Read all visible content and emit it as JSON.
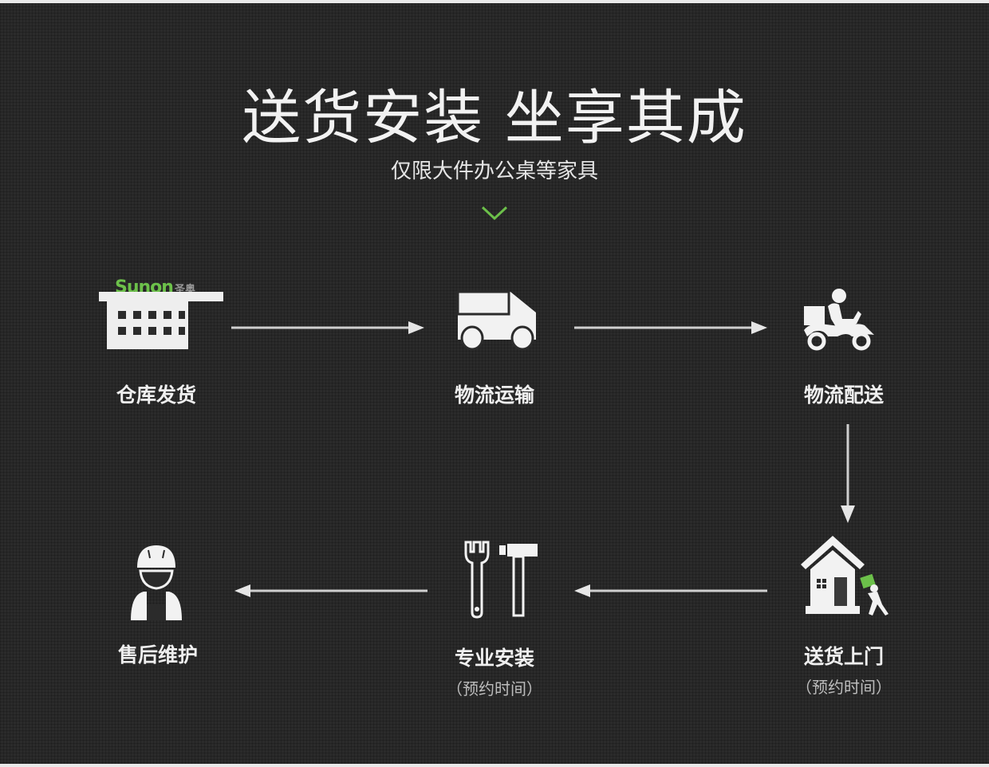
{
  "header": {
    "title": "送货安装  坐享其成",
    "subtitle": "仅限大件办公桌等家具"
  },
  "brand": {
    "logo_text": "Sunon",
    "logo_cn": "圣奥",
    "accent_color": "#6cc04a"
  },
  "steps": [
    {
      "label": "仓库发货",
      "note": "",
      "icon": "warehouse-icon"
    },
    {
      "label": "物流运输",
      "note": "",
      "icon": "truck-icon"
    },
    {
      "label": "物流配送",
      "note": "",
      "icon": "delivery-scooter-icon"
    },
    {
      "label": "送货上门",
      "note": "（预约时间）",
      "icon": "home-delivery-icon"
    },
    {
      "label": "专业安装",
      "note": "（预约时间）",
      "icon": "tools-icon"
    },
    {
      "label": "售后维护",
      "note": "",
      "icon": "worker-icon"
    }
  ],
  "flow": [
    "仓库发货 → 物流运输",
    "物流运输 → 物流配送",
    "物流配送 → 送货上门",
    "送货上门 → 专业安装",
    "专业安装 → 售后维护"
  ]
}
